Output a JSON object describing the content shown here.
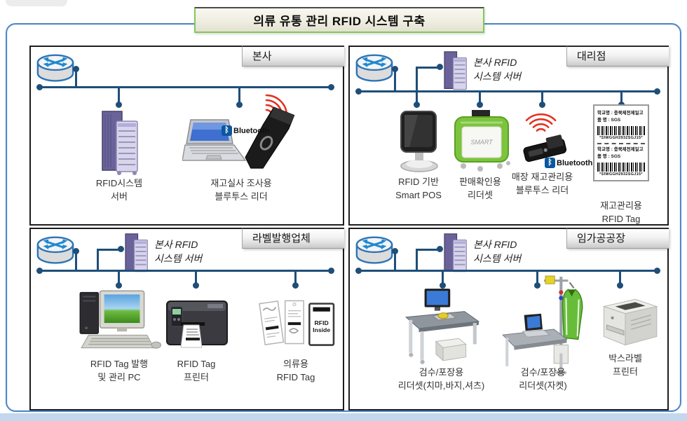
{
  "title": "의류 유통 관리 RFID 시스템 구축",
  "shared": {
    "server_caption": "본사 RFID\n시스템 서버",
    "bluetooth": {
      "label": "Bluetooth",
      "rune": "ᛒ"
    }
  },
  "panels": {
    "hq": {
      "name": "본사",
      "captions": {
        "server": "RFID시스템\n서버",
        "bt_reader": "재고실사 조사용\n블루투스 리더"
      }
    },
    "agency": {
      "name": "대리점",
      "captions": {
        "pos": "RFID 기반\nSmart POS",
        "reader_set": "판매확인용\n리더셋",
        "bt_reader": "매장 재고관리용\n블루투스 리더",
        "tag": "재고관리용\nRFID Tag"
      },
      "pos_brand": "SMART",
      "tag_label": {
        "line1": "학교명 : 충북제천제일고",
        "line2": "품  명 : SGS",
        "code": "*SIWGGH2932SGJ15*"
      }
    },
    "label_company": {
      "name": "라벨발행업체",
      "captions": {
        "pc": "RFID Tag 발행\n및 관리 PC",
        "printer": "RFID Tag\n프린터",
        "tag": "의류용\nRFID Tag"
      },
      "tag_text": {
        "line1": "RFID",
        "line2": "Inside"
      }
    },
    "factory": {
      "name": "임가공공장",
      "captions": {
        "station1": "검수/포장용\n리더셋(치마,바지,셔츠)",
        "station2": "검수/포장용\n리더셋(자켓)",
        "printer": "박스라벨\n프린터"
      }
    }
  }
}
